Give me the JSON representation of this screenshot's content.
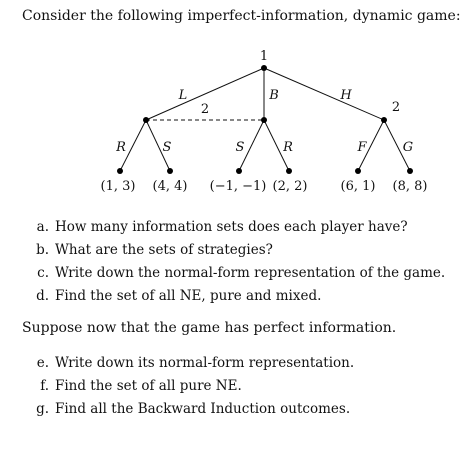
{
  "intro": "Consider the following imperfect-information, dynamic game:",
  "tree": {
    "root_player": "1",
    "actions_root": [
      "L",
      "B",
      "H"
    ],
    "info_set_player": "2",
    "right_node_player": "2",
    "left_actions": [
      "R",
      "S"
    ],
    "middle_actions": [
      "S",
      "R"
    ],
    "right_actions": [
      "F",
      "G"
    ],
    "payoffs": [
      "(1, 3)",
      "(4, 4)",
      "(−1, −1)",
      "(2, 2)",
      "(6, 1)",
      "(8, 8)"
    ]
  },
  "questions_part1": [
    {
      "letter": "a.",
      "text": "How many information sets does each player have?"
    },
    {
      "letter": "b.",
      "text": "What are the sets of strategies?"
    },
    {
      "letter": "c.",
      "text": "Write down the normal-form representation of the game."
    },
    {
      "letter": "d.",
      "text": "Find the set of all NE, pure and mixed."
    }
  ],
  "mid_note": "Suppose now that the game has perfect information.",
  "questions_part2": [
    {
      "letter": "e.",
      "text": "Write down its normal-form representation."
    },
    {
      "letter": "f.",
      "text": "Find the set of all pure NE."
    },
    {
      "letter": "g.",
      "text": "Find all the Backward Induction outcomes."
    }
  ]
}
